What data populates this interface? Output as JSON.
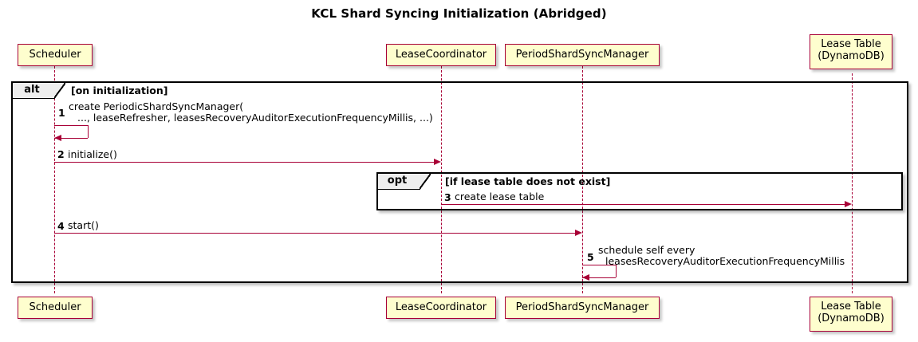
{
  "diagram": {
    "title": "KCL Shard Syncing Initialization (Abridged)",
    "type": "uml-sequence-diagram"
  },
  "participants": [
    {
      "id": "scheduler",
      "label": "Scheduler",
      "label_line2": ""
    },
    {
      "id": "lease-coordinator",
      "label": "LeaseCoordinator",
      "label_line2": ""
    },
    {
      "id": "period-shard-sync-manager",
      "label": "PeriodShardSyncManager",
      "label_line2": ""
    },
    {
      "id": "lease-table",
      "label": "Lease Table",
      "label_line2": "(DynamoDB)"
    }
  ],
  "fragments": [
    {
      "id": "alt",
      "operator": "alt",
      "guard": "[on initialization]"
    },
    {
      "id": "opt",
      "operator": "opt",
      "guard": "[if lease table does not exist]"
    }
  ],
  "messages": [
    {
      "num": "1",
      "from": "scheduler",
      "to": "scheduler",
      "kind": "self",
      "text_line1": "create PeriodicShardSyncManager(",
      "text_line2": "..., leaseRefresher, leasesRecoveryAuditorExecutionFrequencyMillis, ...)"
    },
    {
      "num": "2",
      "from": "scheduler",
      "to": "lease-coordinator",
      "kind": "call",
      "text_line1": "initialize()",
      "text_line2": ""
    },
    {
      "num": "3",
      "from": "lease-coordinator",
      "to": "lease-table",
      "kind": "call",
      "text_line1": "create lease table",
      "text_line2": ""
    },
    {
      "num": "4",
      "from": "scheduler",
      "to": "period-shard-sync-manager",
      "kind": "call",
      "text_line1": "start()",
      "text_line2": ""
    },
    {
      "num": "5",
      "from": "period-shard-sync-manager",
      "to": "period-shard-sync-manager",
      "kind": "self",
      "text_line1": "schedule self every",
      "text_line2": "leasesRecoveryAuditorExecutionFrequencyMillis"
    }
  ],
  "colors": {
    "participant_fill": "#FEFECE",
    "participant_border": "#A80036",
    "arrow": "#A80036",
    "fragment_border": "#000000",
    "fragment_tab_fill": "#EEEEEE",
    "background": "#FFFFFF"
  }
}
